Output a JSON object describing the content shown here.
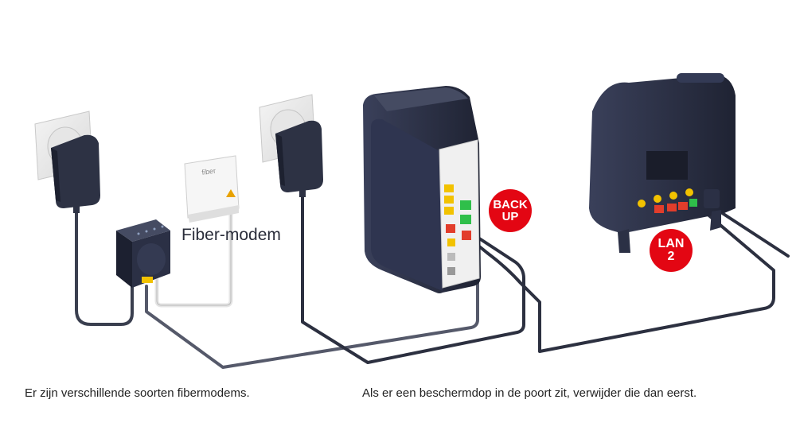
{
  "diagram": {
    "fiber_modem_label": "Fiber-modem",
    "fiber_box_brand": "fiber",
    "backup_badge": {
      "line1": "BACK",
      "line2": "UP"
    },
    "lan_badge": {
      "line1": "LAN",
      "line2": "2"
    },
    "caption_left": "Er zijn verschillende soorten fibermodems.",
    "caption_right": "Als er een beschermdop in de poort zit, verwijder die dan eerst."
  },
  "colors": {
    "accent_red": "#e30613",
    "device_dark": "#2b3045",
    "cable_dark": "#3a3f4f",
    "port_yellow": "#f2c200",
    "port_green": "#2fbf4a",
    "port_red": "#e23d2b"
  }
}
